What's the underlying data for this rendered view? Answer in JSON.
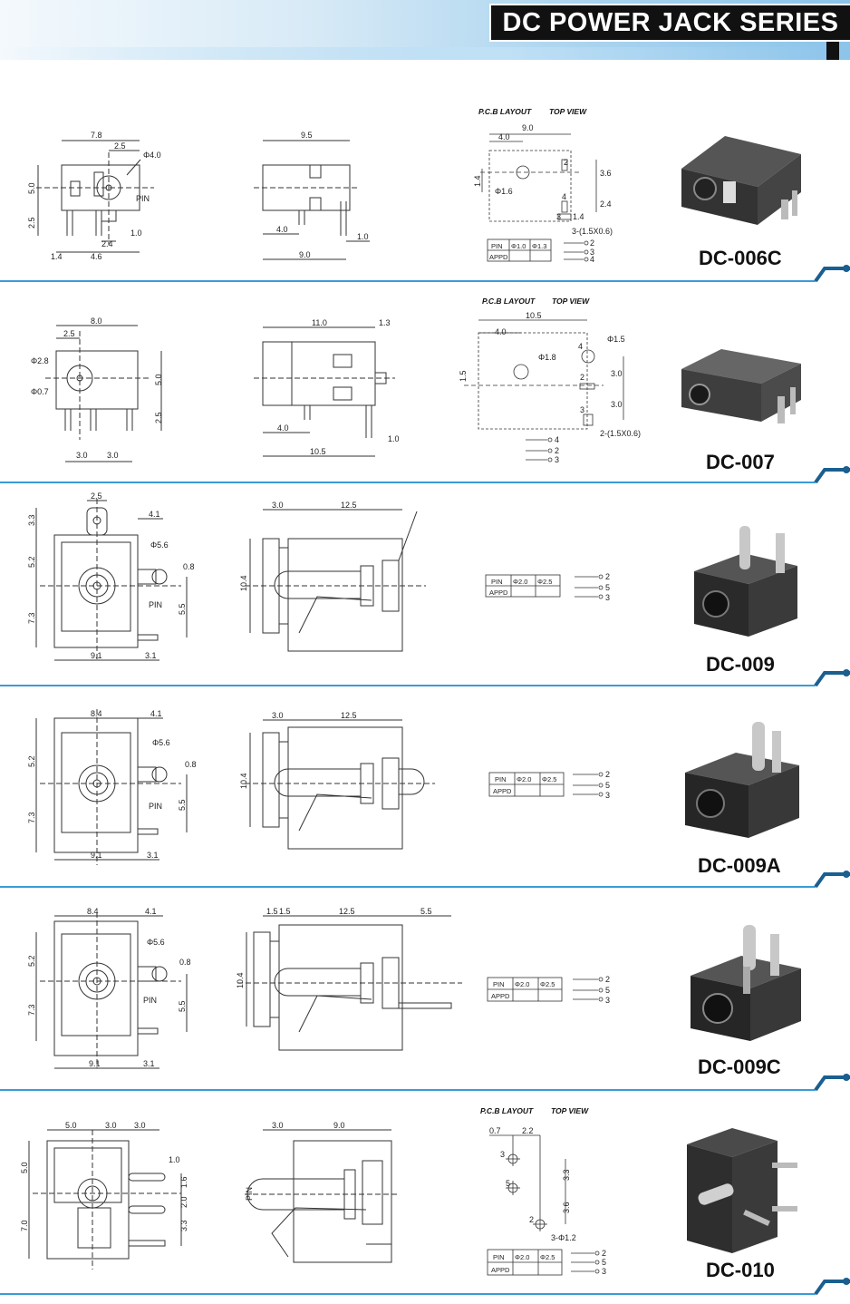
{
  "header": {
    "title": "DC POWER JACK SERIES"
  },
  "pcb_title": {
    "layout": "P.C.B LAYOUT",
    "view": "TOP VIEW"
  },
  "table": {
    "pin": "PIN",
    "appd": "APPD"
  },
  "callouts": {
    "pin": "PIN"
  },
  "pin_numbers": {
    "n2": "2",
    "n3": "3",
    "n4": "4",
    "n5": "5"
  },
  "rows": [
    {
      "model": "DC-006C",
      "front": {
        "width": "7.8",
        "offset": "2.5",
        "hole": "Φ4.0",
        "height": "5.0",
        "pin_len": "2.5",
        "pin_w": "1.0",
        "gap": "2.4",
        "left": "1.4",
        "span": "4.6"
      },
      "side": {
        "length": "9.5",
        "a": "4.0",
        "b": "1.0",
        "c": "9.0"
      },
      "pcb": {
        "w": "9.0",
        "a": "4.0",
        "h1": "1.4",
        "hole": "Φ1.6",
        "d1": "3.6",
        "d2": "2.4",
        "d3": "1.4",
        "slot": "3-(1.5X0.6)"
      },
      "tbl": {
        "v1": "Φ1.0",
        "v2": "Φ1.3"
      }
    },
    {
      "model": "DC-007",
      "front": {
        "width": "8.0",
        "offset": "2.5",
        "d1": "Φ2.8",
        "d2": "Φ0.7",
        "height": "5.0",
        "pin_len": "2.5",
        "s1": "3.0",
        "s2": "3.0"
      },
      "side": {
        "length": "11.0",
        "t": "1.3",
        "a": "4.0",
        "b": "1.0",
        "c": "10.5"
      },
      "pcb": {
        "w": "10.5",
        "a": "4.0",
        "h1": "1.5",
        "hole": "Φ1.8",
        "hole2": "Φ1.5",
        "d1": "3.0",
        "d2": "3.0",
        "slot": "2-(1.5X0.6)"
      }
    },
    {
      "model": "DC-009",
      "front": {
        "top": "2.5",
        "tab": "4.1",
        "t1": "3.3",
        "hole": "Φ5.6",
        "h1": "5.2",
        "pinw": "0.8",
        "h2": "7.3",
        "p": "5.5",
        "w": "9.1",
        "r": "3.1"
      },
      "side": {
        "a": "3.0",
        "b": "12.5",
        "h": "10.4"
      },
      "tbl": {
        "v1": "Φ2.0",
        "v2": "Φ2.5"
      }
    },
    {
      "model": "DC-009A",
      "front": {
        "w0": "8.4",
        "tab": "4.1",
        "hole": "Φ5.6",
        "h1": "5.2",
        "pinw": "0.8",
        "h2": "7.3",
        "p": "5.5",
        "w": "9.1",
        "r": "3.1"
      },
      "side": {
        "a": "3.0",
        "b": "12.5",
        "h": "10.4"
      },
      "tbl": {
        "v1": "Φ2.0",
        "v2": "Φ2.5"
      }
    },
    {
      "model": "DC-009C",
      "front": {
        "w0": "8.4",
        "tab": "4.1",
        "hole": "Φ5.6",
        "h1": "5.2",
        "pinw": "0.8",
        "h2": "7.3",
        "p": "5.5",
        "w": "9.1",
        "r": "3.1"
      },
      "side": {
        "a": "1.5",
        "a2": "1.5",
        "b": "12.5",
        "c": "5.5",
        "h": "10.4"
      },
      "tbl": {
        "v1": "Φ2.0",
        "v2": "Φ2.5"
      }
    },
    {
      "model": "DC-010",
      "front": {
        "a": "5.0",
        "b": "3.0",
        "c": "3.0",
        "h1": "5.0",
        "h2": "7.0",
        "p1": "1.0",
        "p2": "1.6",
        "p3": "2.0",
        "p4": "3.3"
      },
      "side": {
        "a": "3.0",
        "b": "9.0"
      },
      "pcb": {
        "a": "0.7",
        "b": "2.2",
        "d1": "3.3",
        "d2": "3.6",
        "hole": "3-Φ1.2"
      },
      "tbl": {
        "v1": "Φ2.0",
        "v2": "Φ2.5"
      }
    }
  ]
}
